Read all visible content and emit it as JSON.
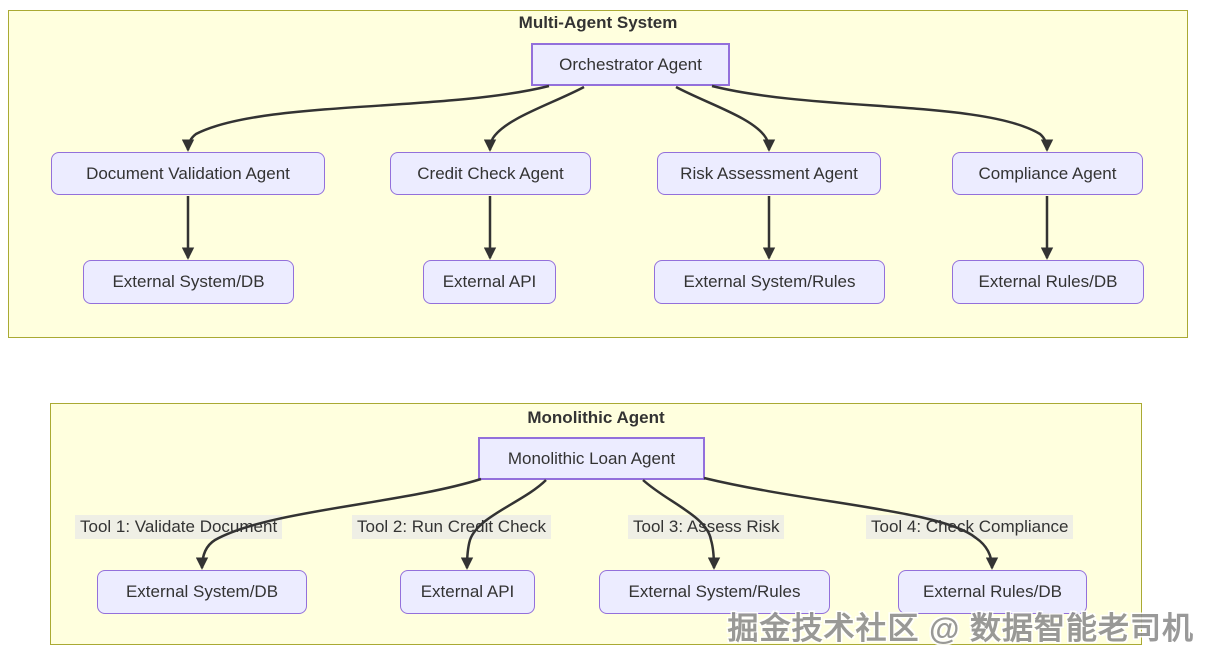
{
  "diagram1": {
    "title": "Multi-Agent System",
    "root": "Orchestrator Agent",
    "agents": [
      "Document Validation Agent",
      "Credit Check Agent",
      "Risk Assessment Agent",
      "Compliance Agent"
    ],
    "externals": [
      "External System/DB",
      "External API",
      "External System/Rules",
      "External Rules/DB"
    ]
  },
  "diagram2": {
    "title": "Monolithic Agent",
    "root": "Monolithic Loan Agent",
    "tool_labels": [
      "Tool 1: Validate Document",
      "Tool 2: Run Credit Check",
      "Tool 3: Assess Risk",
      "Tool 4: Check Compliance"
    ],
    "externals": [
      "External System/DB",
      "External API",
      "External System/Rules",
      "External Rules/DB"
    ]
  },
  "watermark": "掘金技术社区 @ 数据智能老司机",
  "colors": {
    "cluster_fill": "#ffffde",
    "cluster_border": "#aaaa33",
    "node_fill": "#ececff",
    "node_border": "#9370db",
    "edge": "#333333",
    "text": "#333333",
    "edge_label_bg": "#e8e8e8"
  }
}
